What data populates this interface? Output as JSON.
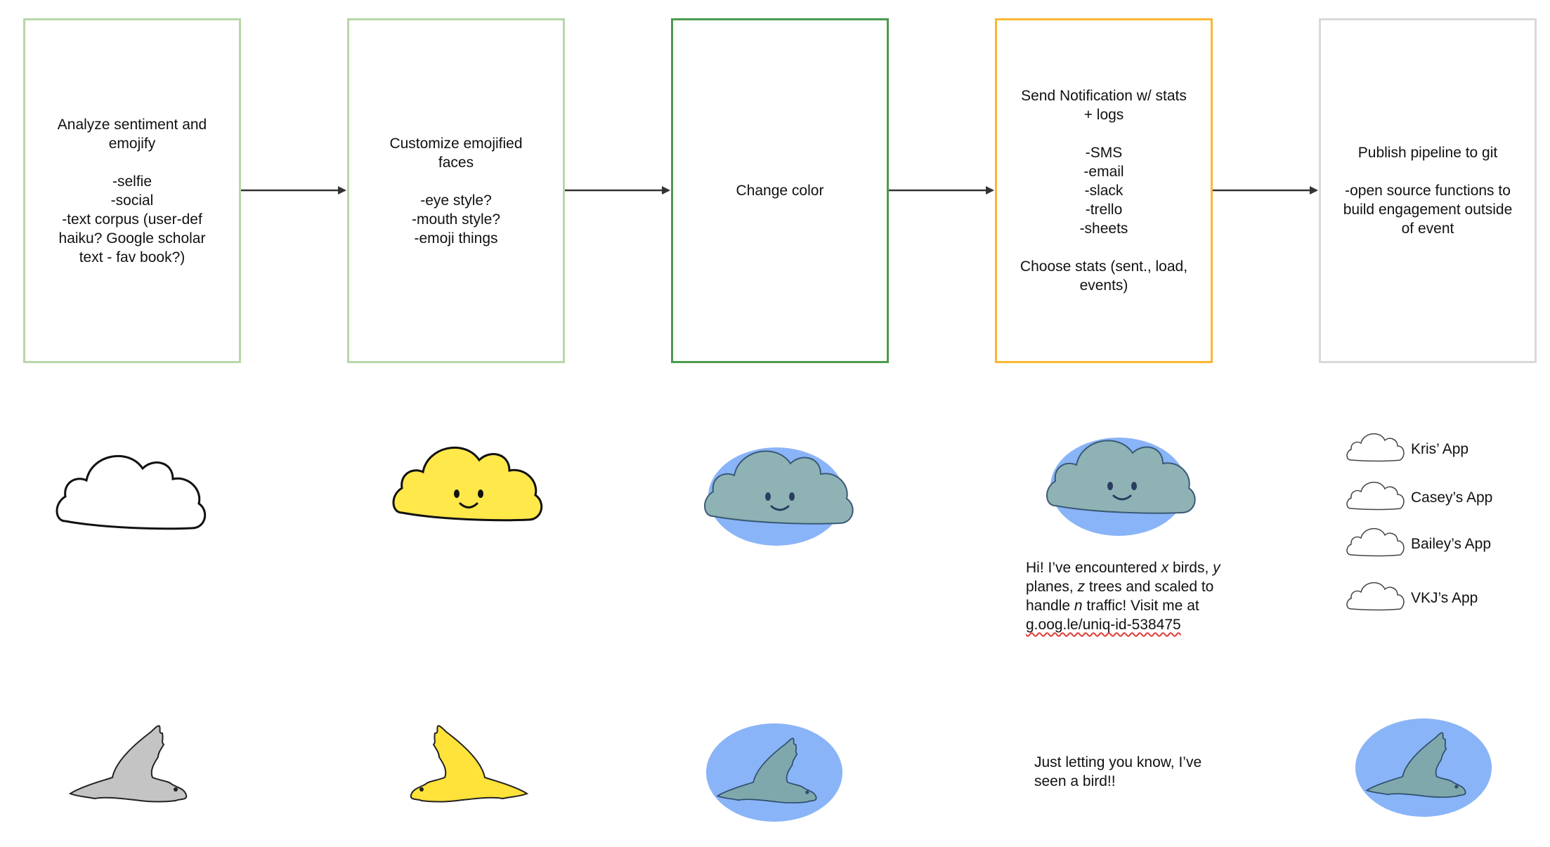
{
  "steps": [
    {
      "text": "Analyze sentiment and emojify\n\n-selfie\n-social\n-text corpus (user-def haiku? Google scholar text - fav book?)"
    },
    {
      "text": "Customize emojified faces\n\n-eye style?\n-mouth style?\n-emoji things"
    },
    {
      "text": "Change color"
    },
    {
      "text": "Send Notification w/ stats + logs\n\n-SMS\n-email\n-slack\n-trello\n-sheets\n\nChoose stats (sent., load, events)"
    },
    {
      "text": "Publish pipeline to git\n\n-open source functions to build engagement outside of event"
    }
  ],
  "notification_message": {
    "part1": "Hi! I’ve encountered ",
    "x": "x",
    "part2": " birds, ",
    "y": "y",
    "part3": " planes, ",
    "z": "z",
    "part4": " trees and scaled to handle ",
    "n": "n",
    "part5": " traffic! Visit me at ",
    "link": "g.oog.le/uniq-id-538475"
  },
  "bird_message": "Just letting you know, I’ve seen a bird!!",
  "apps": [
    "Kris’ App",
    "Casey’s App",
    "Bailey’s App",
    "VKJ’s App"
  ],
  "colors": {
    "cloud_yellow": "#ffe84a",
    "cloud_teal": "#8fb3b5",
    "circle_blue": "#8ab4f8",
    "bird_gray": "#c4c4c4",
    "bird_yellow": "#ffe23a",
    "bird_teal": "#7fa8ad"
  }
}
